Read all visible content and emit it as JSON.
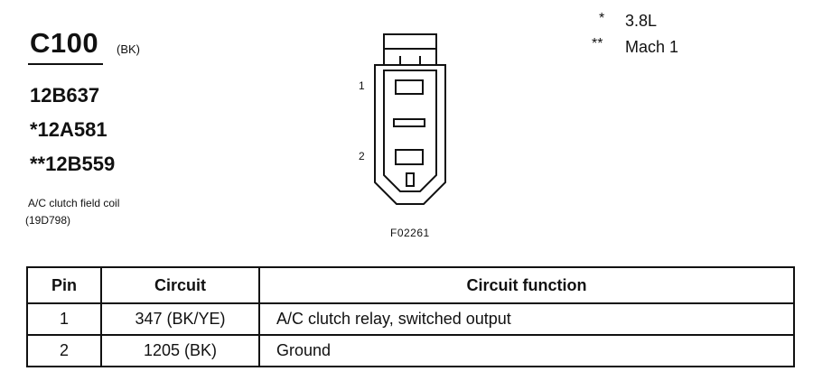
{
  "connector": {
    "id": "C100",
    "color_code": "(BK)",
    "part_numbers": [
      "12B637",
      "*12A581",
      "**12B559"
    ],
    "description_lines": [
      "A/C clutch field coil",
      "(19D798)"
    ],
    "figure_id": "F02261",
    "pin_labels": [
      "1",
      "2"
    ]
  },
  "legend": [
    {
      "symbol": "*",
      "text": "3.8L"
    },
    {
      "symbol": "**",
      "text": "Mach 1"
    }
  ],
  "table": {
    "headers": [
      "Pin",
      "Circuit",
      "Circuit function"
    ],
    "rows": [
      {
        "pin": "1",
        "circuit": "347 (BK/YE)",
        "function": "A/C clutch relay, switched output"
      },
      {
        "pin": "2",
        "circuit": "1205 (BK)",
        "function": "Ground"
      }
    ]
  }
}
